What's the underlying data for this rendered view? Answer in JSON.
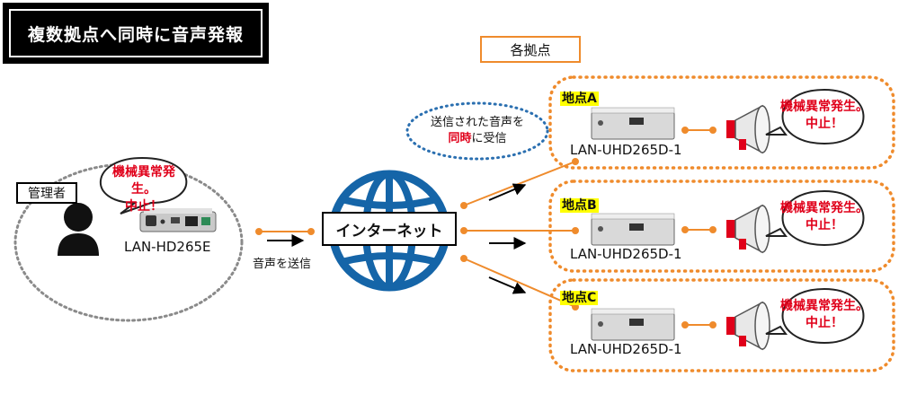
{
  "title": "複数拠点へ同時に音声発報",
  "locations_label": "各拠点",
  "admin_label": "管理者",
  "sender_device": "LAN-HD265E",
  "send_label": "音声を送信",
  "internet_label": "インターネット",
  "receive_note": {
    "line1": "送信された音声を",
    "line2_emphasis": "同時",
    "line2_rest": "に受信"
  },
  "alarm_bubble": {
    "line1": "機械異常発生。",
    "line2": "中止！"
  },
  "sites": [
    {
      "name": "地点A",
      "device": "LAN-UHD265D-1",
      "alarm_line1": "機械異常発生。",
      "alarm_line2": "中止！"
    },
    {
      "name": "地点B",
      "device": "LAN-UHD265D-1",
      "alarm_line1": "機械異常発生。",
      "alarm_line2": "中止！"
    },
    {
      "name": "地点C",
      "device": "LAN-UHD265D-1",
      "alarm_line1": "機械異常発生。",
      "alarm_line2": "中止！"
    }
  ],
  "colors": {
    "accent_orange": "#ef8b2c",
    "alert_red": "#e0001a",
    "globe_blue": "#1565a8",
    "highlight_yellow": "#ffff00",
    "cloud_border": "#8a8a8a",
    "note_border": "#2a6fb0"
  }
}
